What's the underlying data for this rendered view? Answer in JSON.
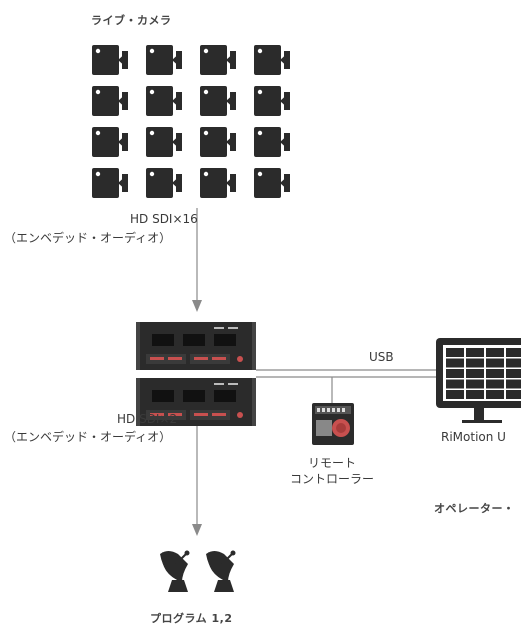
{
  "cameras": {
    "title": "ライブ・カメラ",
    "rows": 4,
    "cols": 4
  },
  "input_signal": {
    "line1": "HD SDI×16",
    "line2": "（エンベデッド・オーディオ）"
  },
  "output_signal": {
    "line1": "HD SDI×2",
    "line2": "（エンベデッド・オーディオ）"
  },
  "usb": {
    "label": "USB"
  },
  "remote": {
    "line1": "リモート",
    "line2": "コントローラー"
  },
  "ui_device": {
    "label": "RiMotion U"
  },
  "operator": {
    "label": "オペレーター・"
  },
  "program": {
    "label": "プログラム 1,2"
  },
  "colors": {
    "device": "#2b2b2b",
    "accent_red": "#c8504f",
    "line": "#8a8a8a"
  }
}
